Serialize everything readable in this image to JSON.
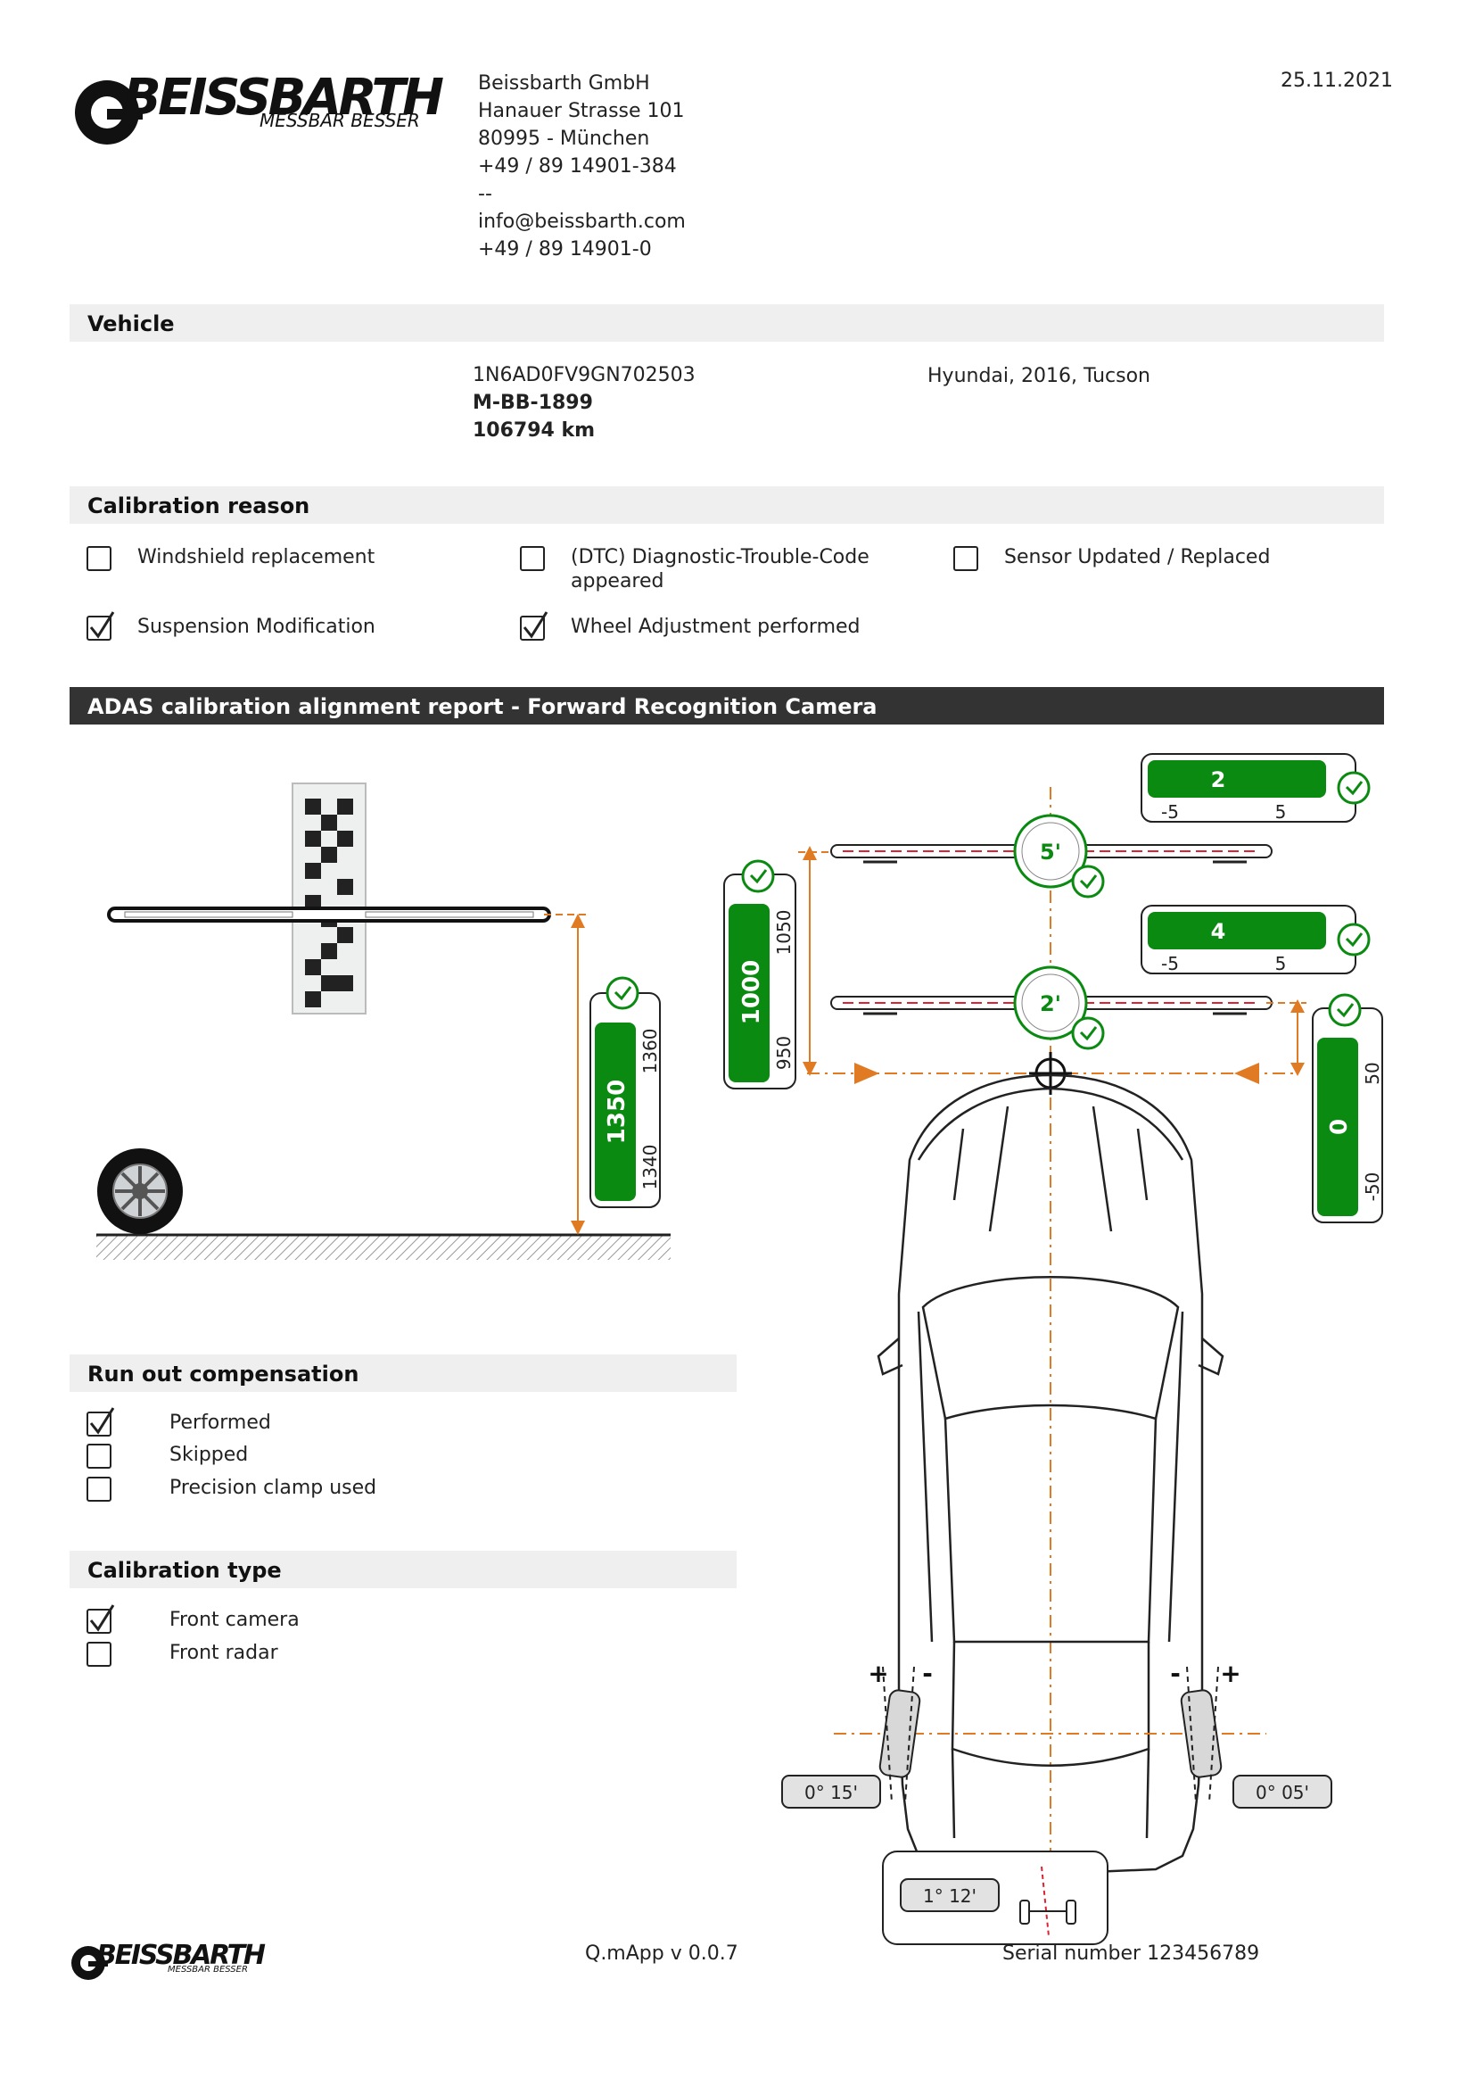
{
  "header": {
    "logo_text": "BEISSBARTH",
    "logo_tagline": "MESSBAR BESSER",
    "company_lines": [
      "Beissbarth GmbH",
      "Hanauer Strasse 101",
      "80995 - München",
      "+49 / 89 14901-384",
      "--",
      "info@beissbarth.com",
      "+49 / 89 14901-0"
    ],
    "date": "25.11.2021"
  },
  "vehicle": {
    "section_title": "Vehicle",
    "vin": "1N6AD0FV9GN702503",
    "plate": "M-BB-1899",
    "mileage": "106794 km",
    "make_model": "Hyundai, 2016, Tucson"
  },
  "calibration_reason": {
    "section_title": "Calibration reason",
    "items": [
      {
        "label": "Windshield replacement",
        "checked": false
      },
      {
        "label": "(DTC) Diagnostic-Trouble-Code",
        "label2": "appeared",
        "checked": false
      },
      {
        "label": "Sensor Updated / Replaced",
        "checked": false
      },
      {
        "label": "Suspension Modification",
        "checked": true
      },
      {
        "label": "Wheel Adjustment performed",
        "checked": true
      }
    ]
  },
  "report": {
    "section_title": "ADAS calibration alignment report - Forward Recognition Camera",
    "side_height": {
      "value": "1350",
      "max": "1360",
      "min": "1340"
    },
    "front_height": {
      "value": "1000",
      "max": "1050",
      "min": "950"
    },
    "lateral_offset": {
      "value": "0",
      "max": "50",
      "min": "-50"
    },
    "beam_top": {
      "value": "2",
      "min": "-5",
      "max": "5",
      "angle": "5'"
    },
    "beam_bottom": {
      "value": "4",
      "min": "-5",
      "max": "5",
      "angle": "2'"
    },
    "wheel_left": "0° 15'",
    "wheel_right": "0° 05'",
    "thrust": "1° 12'",
    "plus": "+",
    "minus": "-"
  },
  "runout": {
    "section_title": "Run out compensation",
    "items": [
      {
        "label": "Performed",
        "checked": true
      },
      {
        "label": "Skipped",
        "checked": false
      },
      {
        "label": "Precision clamp used",
        "checked": false
      }
    ]
  },
  "calibration_type": {
    "section_title": "Calibration type",
    "items": [
      {
        "label": "Front camera",
        "checked": true
      },
      {
        "label": "Front radar",
        "checked": false
      }
    ]
  },
  "footer": {
    "logo_text": "BEISSBARTH",
    "logo_tagline": "MESSBAR BESSER",
    "app_version": "Q.mApp v 0.0.7",
    "serial": "Serial number 123456789"
  },
  "colors": {
    "green": "#0b8a12",
    "orange": "#e07b24",
    "dark": "#333333"
  }
}
